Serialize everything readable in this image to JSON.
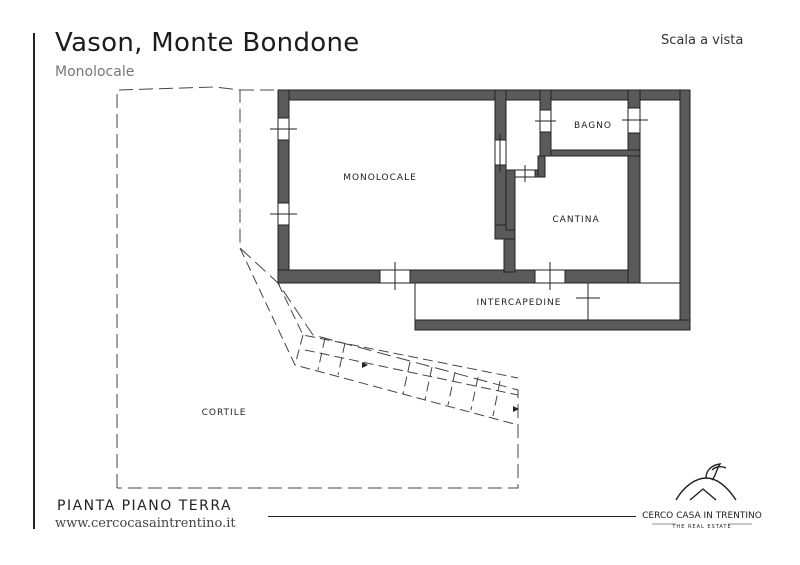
{
  "header": {
    "title": "Vason, Monte Bondone",
    "subtitle": "Monolocale",
    "scale_note": "Scala a vista"
  },
  "footer": {
    "floor_label": "PIANTA PIANO TERRA",
    "website": "www.cercocasaintrentino.it"
  },
  "plan": {
    "rooms": {
      "monolocale": "MONOLOCALE",
      "bagno": "BAGNO",
      "cantina": "CANTINA",
      "intercapedine": "INTERCAPEDINE",
      "cortile": "CORTILE"
    }
  },
  "logo": {
    "name": "CERCO CASA IN TRENTINO",
    "tagline": "THE REAL ESTATE"
  },
  "colors": {
    "wall": "#5a5a5a",
    "line": "#222222",
    "muted": "#777777"
  }
}
